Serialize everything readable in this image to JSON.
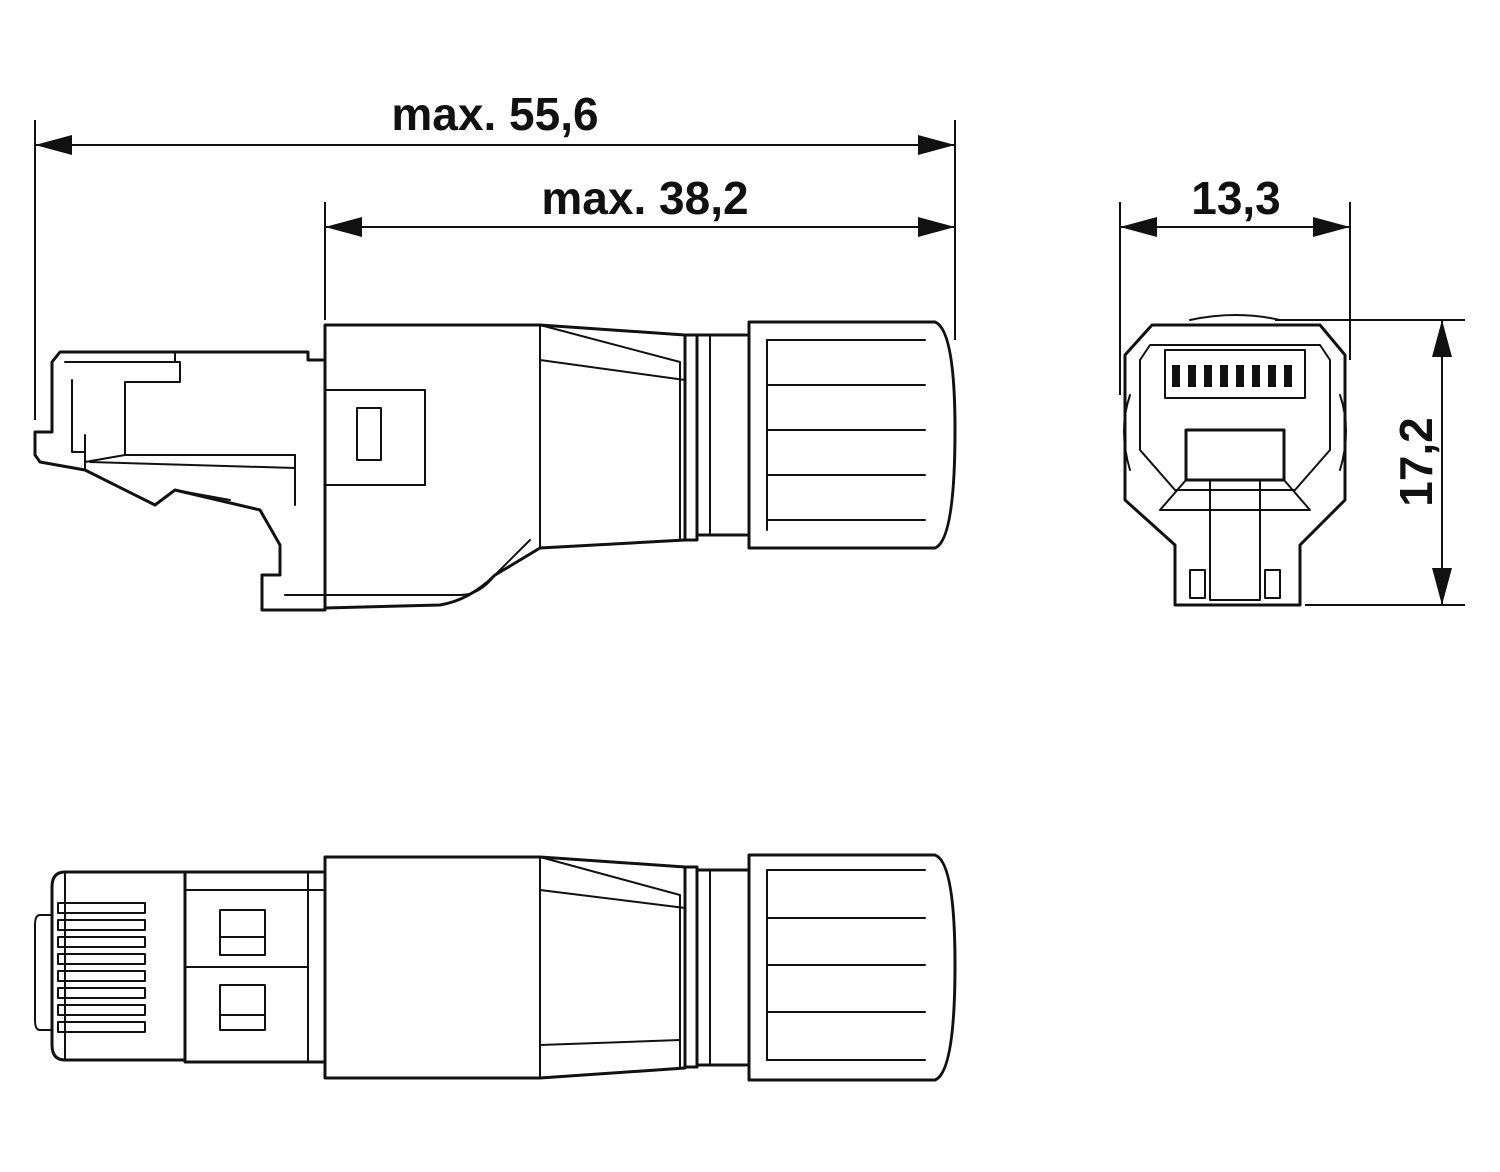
{
  "dimensions": {
    "overall_length": "max. 55,6",
    "body_length": "max. 38,2",
    "front_width": "13,3",
    "front_height": "17,2"
  },
  "colors": {
    "line": "#111111",
    "background": "#ffffff"
  }
}
